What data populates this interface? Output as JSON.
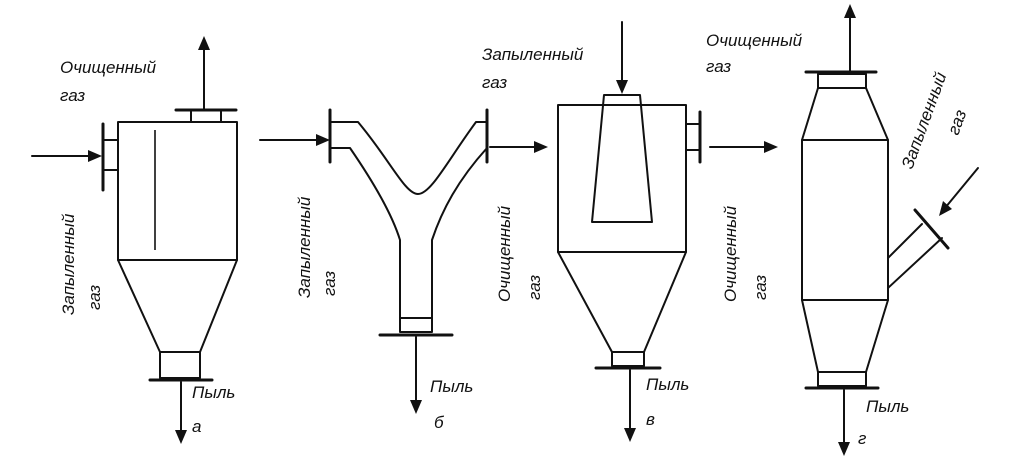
{
  "cyclone_a": {
    "clean_gas_line1": "Очищенный",
    "clean_gas_line2": "газ",
    "dusty_gas_line1": "Запыленный",
    "dusty_gas_line2": "газ",
    "dust": "Пыль",
    "letter": "а"
  },
  "cyclone_b": {
    "dusty_gas_line1": "Запыленный",
    "dusty_gas_line2": "газ",
    "clean_gas_line1": "Очищенный",
    "clean_gas_line2": "газ",
    "dust": "Пыль",
    "letter": "б"
  },
  "cyclone_v": {
    "dusty_gas_line1": "Запыленный",
    "dusty_gas_line2": "газ",
    "clean_gas_line1": "Очищенный",
    "clean_gas_line2": "газ",
    "dust": "Пыль",
    "letter": "в"
  },
  "cyclone_g": {
    "clean_gas_line1": "Очищенный",
    "clean_gas_line2": "газ",
    "dusty_gas_line1": "Запыленный",
    "dusty_gas_line2": "газ",
    "dust": "Пыль",
    "letter": "г"
  }
}
